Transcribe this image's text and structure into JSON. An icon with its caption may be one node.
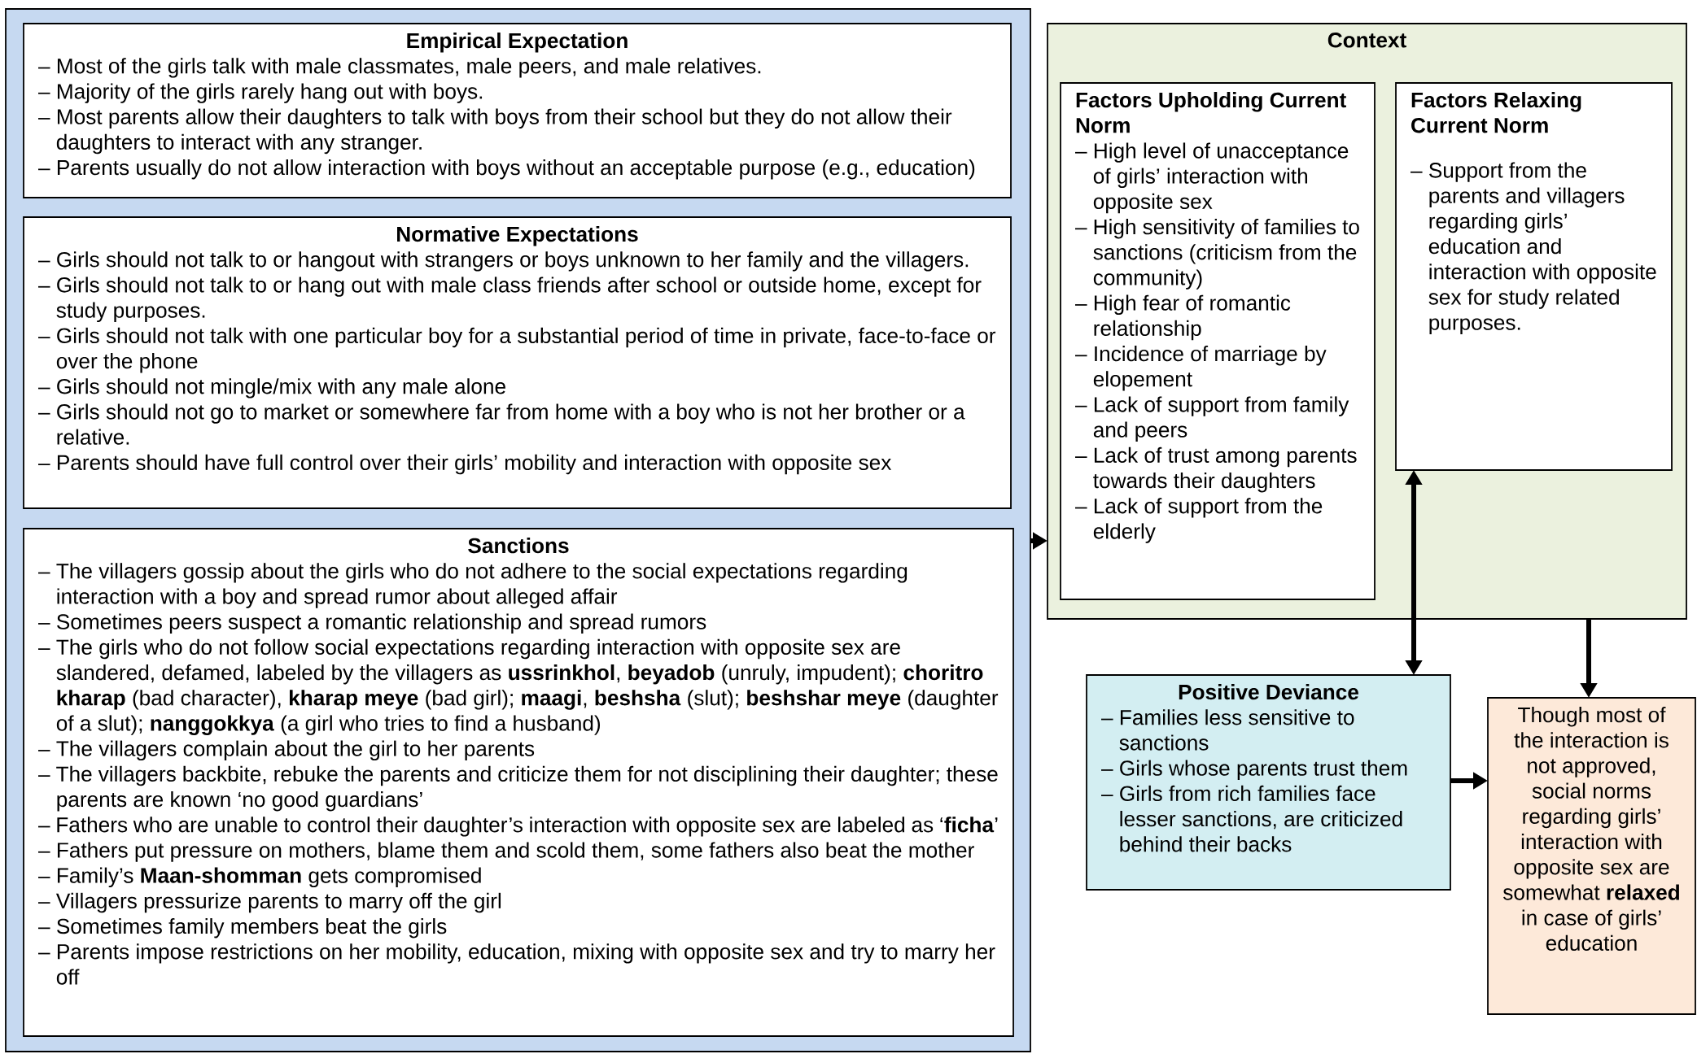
{
  "diagram": {
    "nodes": [
      {
        "text": [],
        "shape": "box"
      },
      {
        "text": [
          "Empirical Expectation",
          "– Most of the girls talk with male classmates, male peers, and male relatives.",
          "– Majority of the girls rarely hang out with boys.",
          "– Most parents allow their daughters to talk with boys from their school but they do not allow their daughters to interact with any stranger.",
          "– Parents usually do not allow interaction with boys without an acceptable purpose (e.g., education)"
        ],
        "in": 0
      },
      {
        "text": [
          "Normative Expectations",
          "– Girls should not talk to or hangout with strangers or boys unknown to her family and the villagers.",
          "– Girls should not talk to or hang out with male class friends after school or outside home, except for study purposes.",
          "– Girls should not talk with one particular boy for a substantial period of time in private, face-to-face or over the phone",
          "– Girls should not mingle/mix with any male alone",
          "– Girls should not go to market or somewhere far from home with a boy who is not her brother or a relative.",
          "– Parents should have full control over their girls’ mobility and interaction with opposite sex"
        ],
        "in": 0
      },
      {
        "text": [
          "Sanctions",
          "– The villagers gossip about the girls who do not adhere to the social expectations regarding interaction with a boy and spread rumor about alleged affair",
          "– Sometimes peers suspect a romantic relationship and spread rumors",
          "– The girls who do not follow social expectations regarding interaction with opposite sex are slandered, defamed, labeled by the villagers as **ussrinkhol**, **beyadob** (unruly, impudent); **choritro kharap** (bad character), **kharap meye** (bad girl); **maagi**, **beshsha** (slut); **beshshar meye** (daughter of a slut); **nanggokkya** (a girl who tries to find a husband)",
          "– The villagers complain about the girl to her parents",
          "– The villagers backbite, rebuke the parents and criticize them for not disciplining their daughter; these parents are known ‘no good guardians’",
          "– Fathers who are unable to control their daughter’s interaction with opposite sex are labeled as ‘**ficha**’",
          "– Fathers put pressure on mothers, blame them and scold them, some fathers also beat the mother",
          "– Family’s **Maan-shomman** gets compromised",
          "– Villagers pressurize parents to marry off the girl",
          "– Sometimes family members beat the girls",
          "– Parents impose restrictions on her mobility, education, mixing with opposite sex and try to marry her off"
        ],
        "in": 0
      },
      {
        "text": [
          "Context"
        ]
      },
      {
        "text": [
          "Factors Upholding Current Norm",
          "– High level of unacceptance of girls’ interaction with opposite sex",
          "– High sensitivity of families to sanctions (criticism from the community)",
          "– High fear of romantic relationship",
          "– Incidence of marriage by elopement",
          "– Lack of support from family and peers",
          "– Lack of trust among parents towards their daughters",
          "– Lack of support from the elderly"
        ],
        "in": 4
      },
      {
        "text": [
          "Factors Relaxing Current Norm",
          "– Support from the parents and villagers regarding girls’ education and interaction with opposite sex for study related purposes."
        ],
        "in": 4
      },
      {
        "text": [
          "Positive Deviance",
          "– Families less sensitive to sanctions",
          "– Girls whose parents trust them",
          "– Girls from rich families face lesser sanctions, are criticized behind their backs"
        ]
      },
      {
        "text": [
          "Though most of the interaction is not approved, social norms regarding girls’ interaction with opposite sex are somewhat **relaxed** in case of girls’ education"
        ]
      }
    ],
    "edges": [
      {
        "from": 0,
        "to": 4,
        "arrow": "to"
      },
      {
        "from": 6,
        "to": 7,
        "arrow": "both"
      },
      {
        "from": 4,
        "to": 8,
        "arrow": "to"
      },
      {
        "from": 7,
        "to": 8,
        "arrow": "to"
      }
    ]
  }
}
